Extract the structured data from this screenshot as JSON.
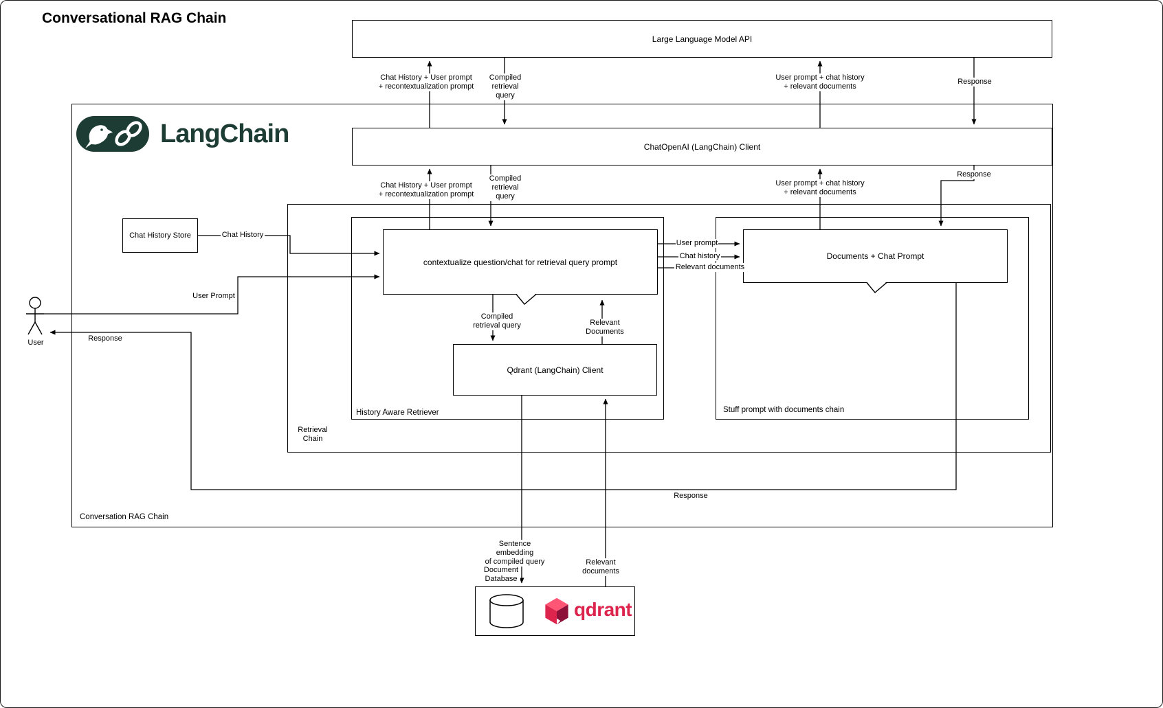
{
  "title": "Conversational RAG Chain",
  "brand": {
    "langchain": "LangChain",
    "qdrant": "qdrant"
  },
  "colors": {
    "langchain_green": "#1D3C34",
    "qdrant_red": "#DC244C"
  },
  "actor": {
    "user": "User"
  },
  "nodes": {
    "llm_api": "Large Language Model API",
    "chat_openai_client": "ChatOpenAI (LangChain) Client",
    "chat_history_store": "Chat History Store",
    "contextualize_prompt": "contextualize question/chat for retrieval query prompt",
    "documents_chat_prompt": "Documents + Chat Prompt",
    "qdrant_client": "Qdrant (LangChain) Client"
  },
  "containers": {
    "conversation_rag_chain": "Conversation RAG Chain",
    "retrieval_chain_line1": "Retrieval",
    "retrieval_chain_line2": "Chain",
    "history_aware_retriever": "History Aware Retriever",
    "stuff_documents_chain": "Stuff prompt with documents chain",
    "document_db_line1": "Document",
    "document_db_line2": "Database"
  },
  "edge_labels": {
    "hist_recontext_line1": "Chat History + User prompt",
    "hist_recontext_line2": "+ recontextualization prompt",
    "compiled_query_line1": "Compiled retrieval",
    "compiled_query_line2": "query",
    "prompt_docs_line1": "User prompt + chat history",
    "prompt_docs_line2": "+ relevant documents",
    "response": "Response",
    "chat_history": "Chat History",
    "user_prompt": "User Prompt",
    "user_prompt_small": "User prompt",
    "chat_history_small": "Chat history",
    "relevant_documents_small": "Relevant documents",
    "relevant_line1": "Relevant",
    "relevant_line2": "Documents",
    "compiled_line1": "Compiled",
    "compiled_line2": "retrieval query",
    "embedding_line1": "Sentence embedding",
    "embedding_line2": "of compiled query",
    "relevant_docs_line1": "Relevant",
    "relevant_docs_line2": "documents"
  }
}
